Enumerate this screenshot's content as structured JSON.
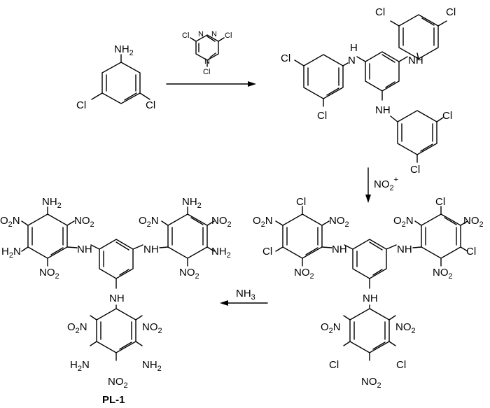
{
  "atoms": {
    "nh2": "NH",
    "nh": "NH",
    "h": "H",
    "n": "N",
    "cl": "Cl",
    "no2_pre": "O",
    "no2_post": "NO",
    "nh2_left": "H",
    "nh2_left_n": "N",
    "subscript_two": "2"
  },
  "reagents": {
    "step1": "cyanuric chloride",
    "step2_main": "NO",
    "step2_sub": "2",
    "step2_sup": "+",
    "step3_main": "NH",
    "step3_sub": "3"
  },
  "labels": {
    "product": "PL-1"
  }
}
